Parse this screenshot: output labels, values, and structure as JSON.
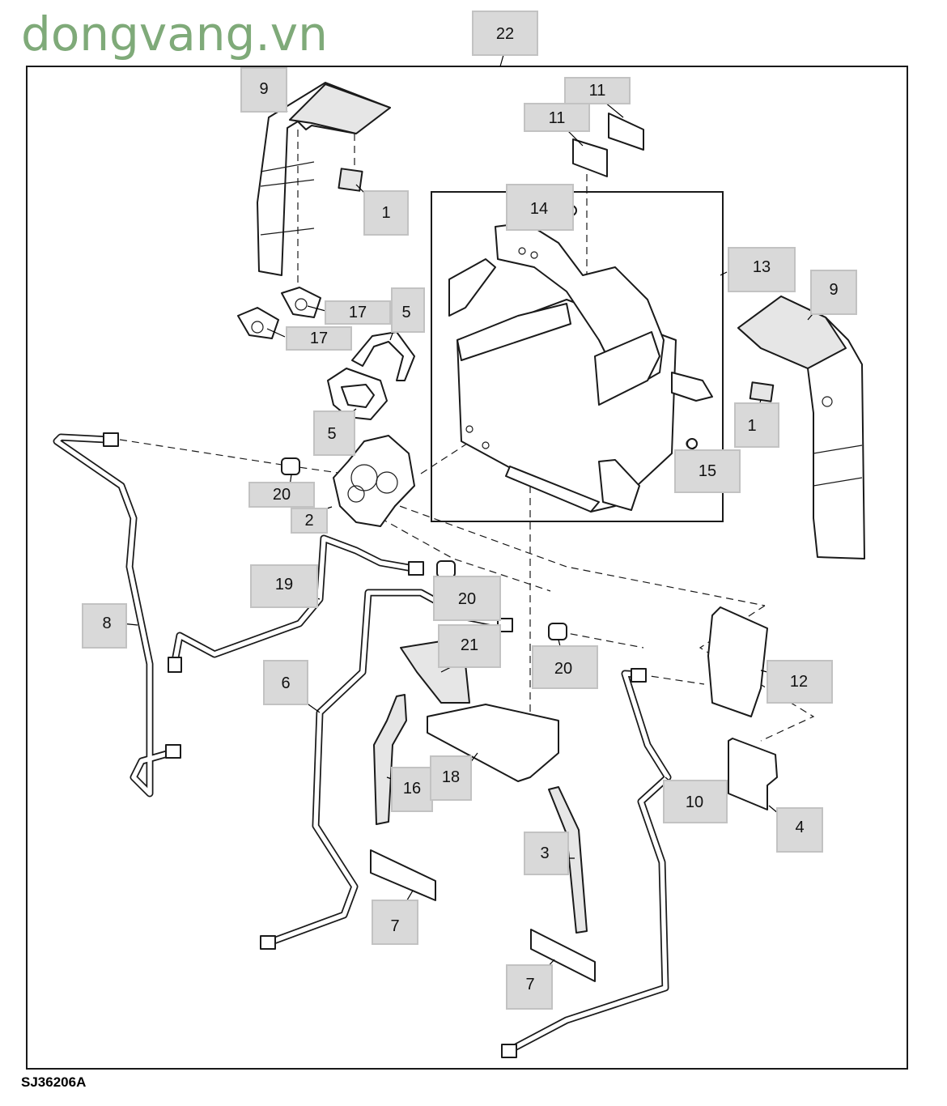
{
  "watermark": "dongvang.vn",
  "figure_id": "SJ36206A",
  "callouts": [
    {
      "id": "c22",
      "label": "22"
    },
    {
      "id": "c9a",
      "label": "9"
    },
    {
      "id": "c11a",
      "label": "11"
    },
    {
      "id": "c11b",
      "label": "11"
    },
    {
      "id": "c1a",
      "label": "1"
    },
    {
      "id": "c14",
      "label": "14"
    },
    {
      "id": "c13",
      "label": "13"
    },
    {
      "id": "c9b",
      "label": "9"
    },
    {
      "id": "c17a",
      "label": "17"
    },
    {
      "id": "c5a",
      "label": "5"
    },
    {
      "id": "c17b",
      "label": "17"
    },
    {
      "id": "c1b",
      "label": "1"
    },
    {
      "id": "c5b",
      "label": "5"
    },
    {
      "id": "c15",
      "label": "15"
    },
    {
      "id": "c20a",
      "label": "20"
    },
    {
      "id": "c2",
      "label": "2"
    },
    {
      "id": "c19",
      "label": "19"
    },
    {
      "id": "c20b",
      "label": "20"
    },
    {
      "id": "c8",
      "label": "8"
    },
    {
      "id": "c21",
      "label": "21"
    },
    {
      "id": "c20c",
      "label": "20"
    },
    {
      "id": "c6",
      "label": "6"
    },
    {
      "id": "c12",
      "label": "12"
    },
    {
      "id": "c16",
      "label": "16"
    },
    {
      "id": "c18",
      "label": "18"
    },
    {
      "id": "c10",
      "label": "10"
    },
    {
      "id": "c4",
      "label": "4"
    },
    {
      "id": "c3",
      "label": "3"
    },
    {
      "id": "c7a",
      "label": "7"
    },
    {
      "id": "c7b",
      "label": "7"
    }
  ]
}
